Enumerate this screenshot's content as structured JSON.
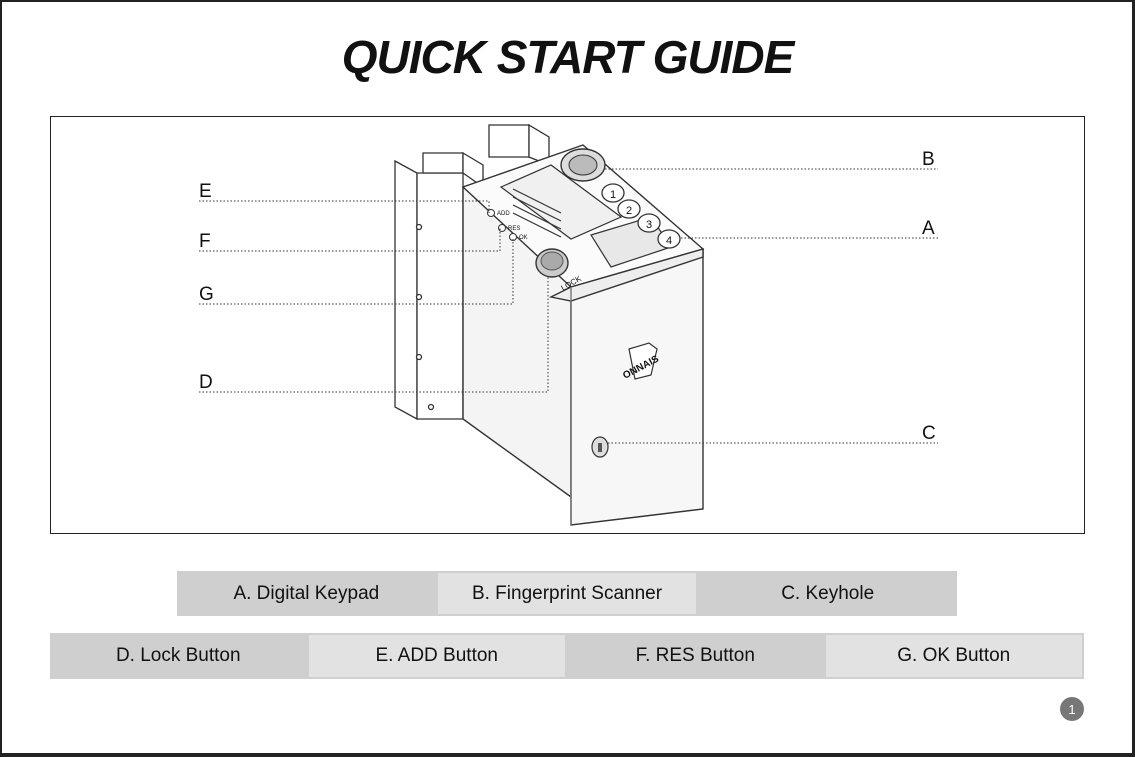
{
  "title": "QUICK START GUIDE",
  "diagram": {
    "callouts": [
      {
        "id": "E",
        "label": "E"
      },
      {
        "id": "F",
        "label": "F"
      },
      {
        "id": "G",
        "label": "G"
      },
      {
        "id": "D",
        "label": "D"
      },
      {
        "id": "B",
        "label": "B"
      },
      {
        "id": "A",
        "label": "A"
      },
      {
        "id": "C",
        "label": "C"
      }
    ],
    "device_labels": {
      "add": "ADD",
      "res": "RES",
      "ok": "OK",
      "lock": "LOCK",
      "brand": "ONNAIS",
      "keys": [
        "1",
        "2",
        "3",
        "4"
      ]
    }
  },
  "legend": {
    "row1": [
      "A. Digital Keypad",
      "B. Fingerprint Scanner",
      "C. Keyhole"
    ],
    "row2": [
      "D. Lock Button",
      "E. ADD Button",
      "F. RES Button",
      "G. OK Button"
    ]
  },
  "page_number": "1"
}
